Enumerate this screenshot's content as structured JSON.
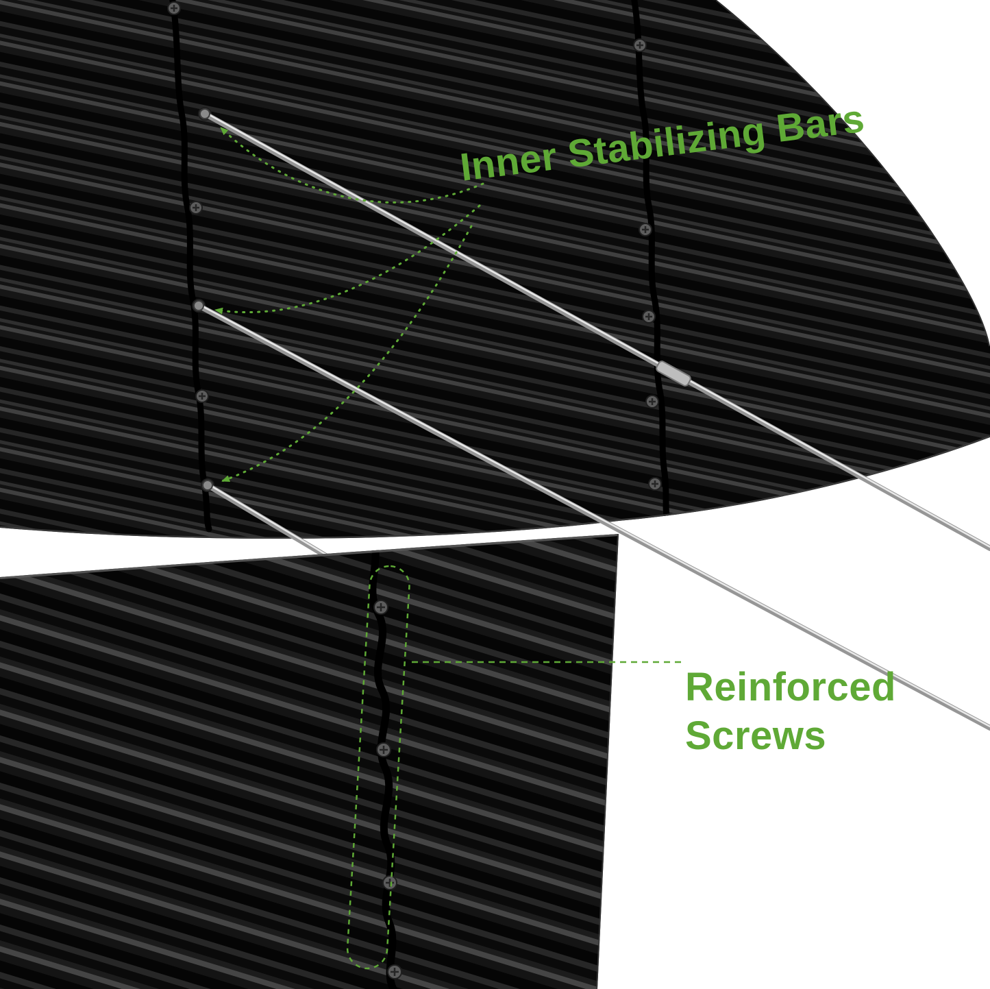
{
  "page": {
    "background_color": "#ffffff",
    "subject": "black corrugated metal raised garden bed feature callouts"
  },
  "annotations": {
    "accent_color": "#5fa936",
    "inner_bars_label": "Inner Stabilizing Bars",
    "reinforced_label_line1": "Reinforced",
    "reinforced_label_line2": "Screws",
    "callout_arrow_count": 3
  },
  "photo": {
    "panel_dark_color": "#070707",
    "panel_highlight_color": "#3e3e3e",
    "rod_color": "#c6c6c6",
    "stabilizing_bar_count": 3,
    "reinforced_screw_count_highlighted": 4
  }
}
